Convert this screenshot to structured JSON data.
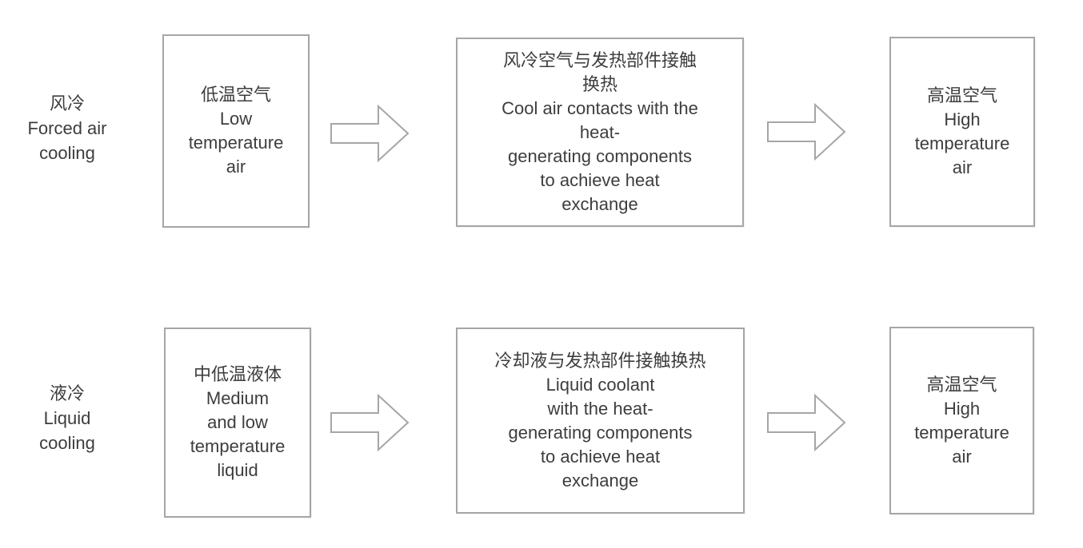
{
  "colors": {
    "background": "#ffffff",
    "box_border": "#a6a6a6",
    "arrow_stroke": "#a6a6a6",
    "text": "#3d3d3d"
  },
  "icons": {
    "flow_arrow": "right-block-arrow"
  },
  "diagram": {
    "rows": [
      {
        "label": {
          "lines": [
            "风冷",
            "Forced air",
            "cooling"
          ]
        },
        "input_box": {
          "lines": [
            "低温空气",
            "Low",
            "temperature",
            "air"
          ]
        },
        "process_box": {
          "lines": [
            "风冷空气与发热部件接触",
            "换热",
            "Cool air contacts with the",
            "heat-",
            "generating components",
            "to achieve heat",
            "exchange"
          ]
        },
        "output_box": {
          "lines": [
            "高温空气",
            "High",
            "temperature",
            "air"
          ]
        }
      },
      {
        "label": {
          "lines": [
            "液冷",
            "Liquid",
            "cooling"
          ]
        },
        "input_box": {
          "lines": [
            "中低温液体",
            "Medium",
            "and low",
            "temperature",
            "liquid"
          ]
        },
        "process_box": {
          "lines": [
            "冷却液与发热部件接触换热",
            "Liquid coolant",
            "with the heat-",
            "generating components",
            "to achieve heat",
            "exchange"
          ]
        },
        "output_box": {
          "lines": [
            "高温空气",
            "High",
            "temperature",
            "air"
          ]
        }
      }
    ]
  }
}
